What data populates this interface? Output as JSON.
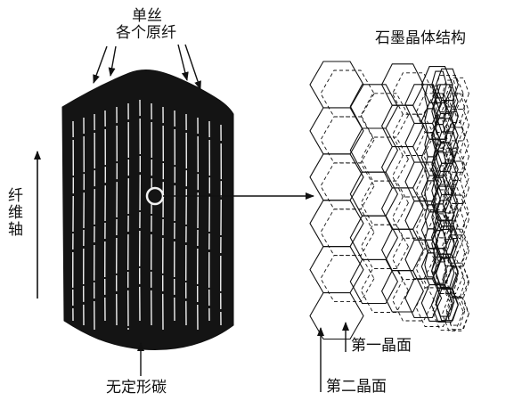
{
  "labels": {
    "monofilament": "单丝",
    "each_fibril": "各个原纤",
    "fiber_axis": "纤维轴",
    "amorphous_carbon": "无定形碳",
    "graphite_structure": "石墨晶体结构",
    "first_plane": "第一晶面",
    "second_plane": "第二晶面"
  },
  "colors": {
    "ink": "#111111",
    "fiber_body": "#141414",
    "fibril_highlight": "#f2f2f2",
    "background": "#ffffff"
  }
}
